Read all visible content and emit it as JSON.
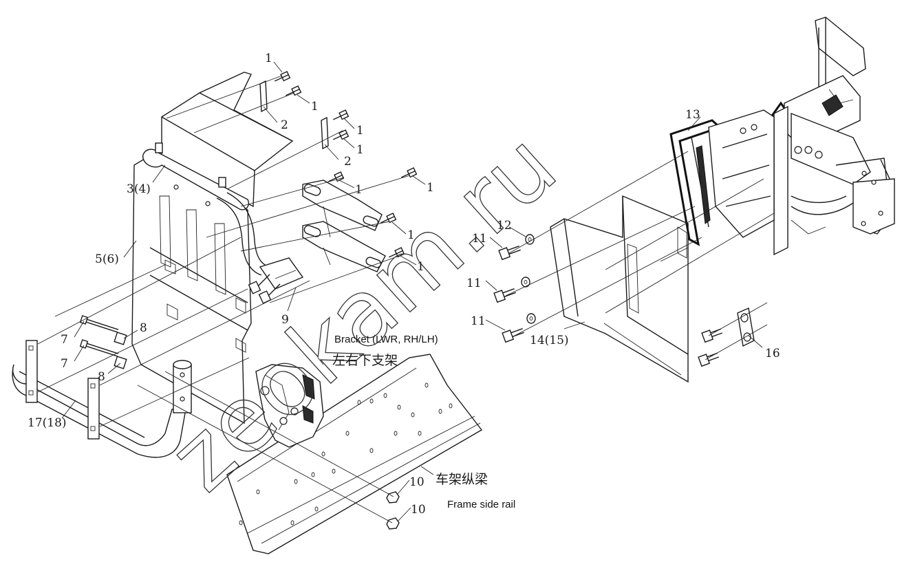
{
  "watermark": "zeokam.ru",
  "callouts": {
    "c1a": "1",
    "c1b": "1",
    "c1c": "1",
    "c1d": "1",
    "c1e": "1",
    "c1f": "1",
    "c1g": "1",
    "c1h": "1",
    "c2a": "2",
    "c2b": "2",
    "c3_4": "3(4)",
    "c5_6": "5(6)",
    "c7a": "7",
    "c7b": "7",
    "c8a": "8",
    "c8b": "8",
    "c9": "9",
    "c10a": "10",
    "c10b": "10",
    "c11a": "11",
    "c11b": "11",
    "c11c": "11",
    "c12": "12",
    "c13": "13",
    "c14_15": "14(15)",
    "c16": "16",
    "c17_18": "17(18)"
  },
  "labels": {
    "bracket_en": "Bracket (LWR, RH/LH)",
    "bracket_zh": "左右下支架",
    "frame_zh": "车架纵梁",
    "frame_en": "Frame side rail"
  }
}
